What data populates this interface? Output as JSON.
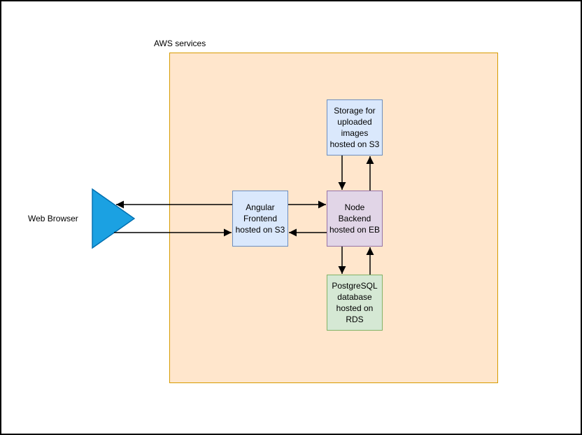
{
  "diagram": {
    "aws_container_label": "AWS services",
    "web_browser_label": "Web Browser",
    "nodes": {
      "storage": {
        "label": "Storage for\nuploaded\nimages\nhosted on S3",
        "fill": "#dae8fc",
        "border": "#6c8ebf"
      },
      "frontend": {
        "label": "Angular\nFrontend\nhosted on S3",
        "fill": "#dae8fc",
        "border": "#6c8ebf"
      },
      "backend": {
        "label": "Node\nBackend\nhosted on EB",
        "fill": "#e1d5e7",
        "border": "#9673a6"
      },
      "database": {
        "label": "PostgreSQL\ndatabase\nhosted on\nRDS",
        "fill": "#d5e8d4",
        "border": "#82b366"
      }
    },
    "web_browser_shape": {
      "fill": "#1ba1e2",
      "border": "#006eaf"
    },
    "aws_container_style": {
      "fill": "#ffe6cc",
      "border": "#d79b00"
    },
    "arrow_color": "#000000",
    "edges": [
      {
        "from": "frontend",
        "to": "web-browser"
      },
      {
        "from": "web-browser",
        "to": "frontend"
      },
      {
        "from": "frontend",
        "to": "backend"
      },
      {
        "from": "backend",
        "to": "frontend"
      },
      {
        "from": "storage",
        "to": "backend"
      },
      {
        "from": "backend",
        "to": "storage"
      },
      {
        "from": "backend",
        "to": "database"
      },
      {
        "from": "database",
        "to": "backend"
      }
    ]
  }
}
